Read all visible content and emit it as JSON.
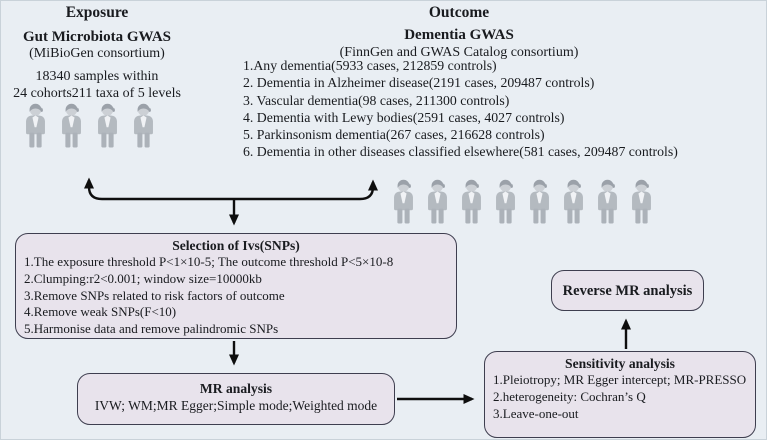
{
  "exposure": {
    "section_title": "Exposure",
    "title": "Gut Microbiota GWAS",
    "subtitle": "(MiBioGen consortium)",
    "sample_line1": "18340 samples within",
    "sample_line2": "24 cohorts211 taxa of 5 levels",
    "people_count": 4
  },
  "outcome": {
    "section_title": "Outcome",
    "title": "Dementia GWAS",
    "subtitle": "(FinnGen and GWAS Catalog consortium)",
    "items": [
      "1.Any dementia(5933 cases, 212859 controls)",
      "2. Dementia in Alzheimer disease(2191 cases, 209487 controls)",
      "3. Vascular dementia(98 cases, 211300 controls)",
      "4. Dementia with Lewy bodies(2591 cases, 4027 controls)",
      "5. Parkinsonism dementia(267 cases, 216628 controls)",
      "6. Dementia in other diseases classified elsewhere(581 cases, 209487 controls)"
    ],
    "people_count": 8
  },
  "selection_box": {
    "title": "Selection of Ivs(SNPs)",
    "items": [
      "1.The exposure threshold P<1×10-5; The outcome threshold P<5×10-8",
      "2.Clumping:r2<0.001; window size=10000kb",
      "3.Remove SNPs related to risk factors of outcome",
      "4.Remove weak SNPs(F<10)",
      "5.Harmonise data and remove palindromic SNPs"
    ]
  },
  "mr_box": {
    "title": "MR analysis",
    "line": "IVW; WM;MR Egger;Simple mode;Weighted mode"
  },
  "sensitivity_box": {
    "title": "Sensitivity analysis",
    "items": [
      "1.Pleiotropy; MR Egger intercept; MR-PRESSO",
      "2.heterogeneity: Cochran’s Q",
      "3.Leave-one-out"
    ]
  },
  "reverse_box": {
    "title": "Reverse MR analysis"
  },
  "colors": {
    "background": "#e9eef3",
    "box_fill": "#e8e3ec",
    "box_border": "#3e3e4f",
    "arrow": "#0e0e0e",
    "person_body": "#b4bac0",
    "person_hair": "#9ba1a9",
    "person_tie": "#f0f2f5"
  }
}
